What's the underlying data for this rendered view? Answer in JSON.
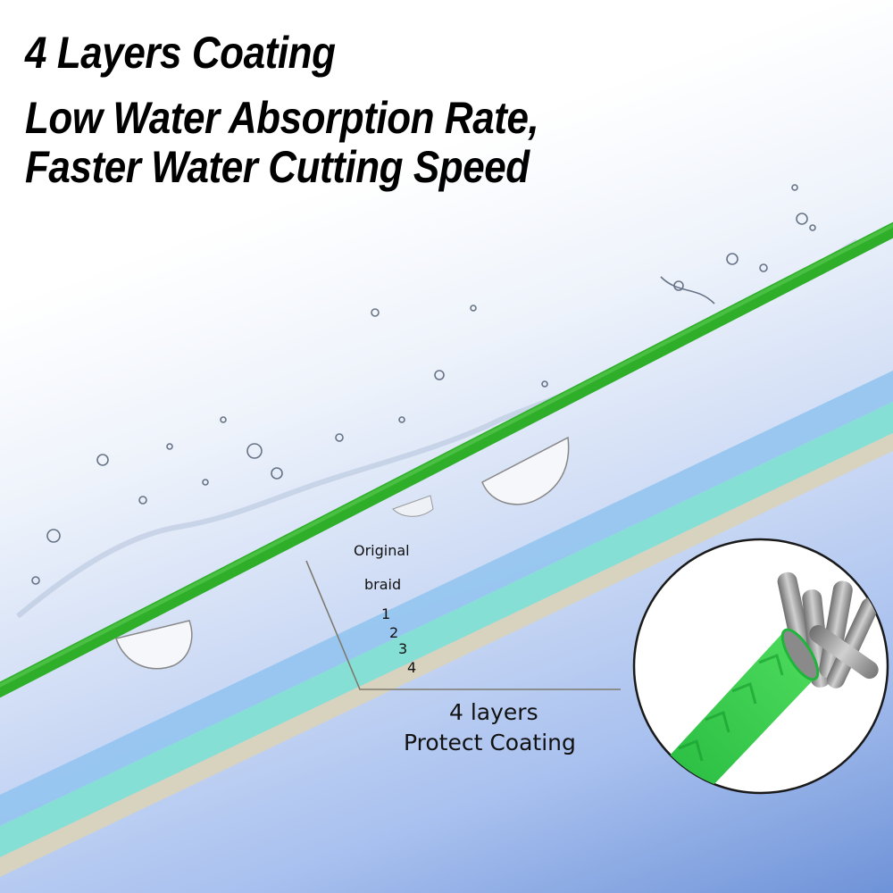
{
  "headline": {
    "line1": "4 Layers Coating",
    "line2": "Low Water Absorption Rate,",
    "line3": "Faster Water Cutting Speed"
  },
  "diagram": {
    "core_label_line1": "Original",
    "core_label_line2": "braid",
    "layer_numbers": [
      "1",
      "2",
      "3",
      "4"
    ],
    "caption_line1": "4 layers",
    "caption_line2": "Protect Coating"
  },
  "colors": {
    "line_green": "#2fae2a",
    "layer1_blue": "#8fc3ee",
    "layer2_cyan": "#86dfd5",
    "layer3_beige": "#d8d3bf",
    "braid_green": "#2ecc4a",
    "fiber_gray": "#9a9a9a",
    "background_bottom": "#6f93d8"
  }
}
